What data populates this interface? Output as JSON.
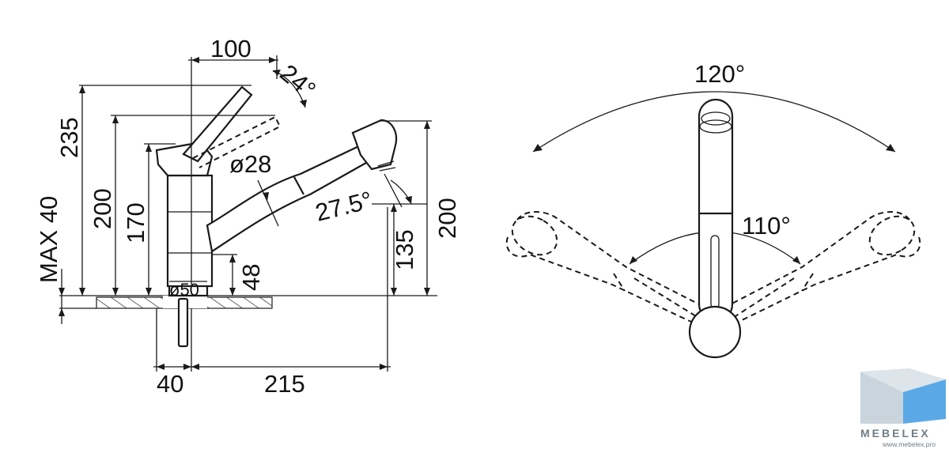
{
  "side_view": {
    "dims": {
      "d100": "100",
      "d24": "24°",
      "d235": "235",
      "d200_left": "200",
      "d170": "170",
      "max40": "MAX 40",
      "d28": "ø28",
      "d27_5": "27.5°",
      "d135": "135",
      "d200_right": "200",
      "d48": "48",
      "d50": "ø50",
      "d40": "40",
      "d215": "215"
    }
  },
  "top_view": {
    "dims": {
      "a120": "120°",
      "a110": "110°"
    }
  },
  "watermark": {
    "brand": "MEBELEX",
    "url": "www.mebelex.pro",
    "colors": {
      "light": "#c9d4dc",
      "mid": "#a9b7c2",
      "accent": "#5aa9e6"
    }
  }
}
